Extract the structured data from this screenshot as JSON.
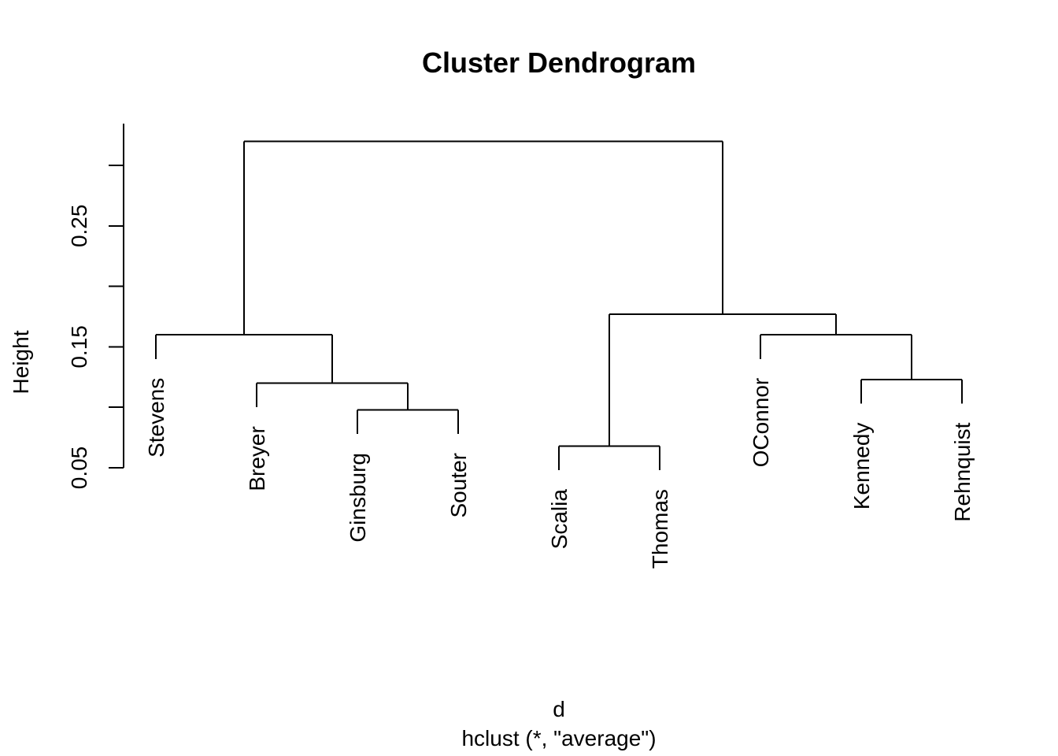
{
  "chart_data": {
    "type": "dendrogram",
    "title": "Cluster Dendrogram",
    "ylabel": "Height",
    "xlabel": "d",
    "sublabel": "hclust (*, \"average\")",
    "y_ticks": [
      0.05,
      0.1,
      0.15,
      0.2,
      0.25,
      0.3
    ],
    "y_tick_labels": [
      "0.05",
      "",
      "0.15",
      "",
      "0.25",
      ""
    ],
    "leaf_order": [
      "Stevens",
      "Breyer",
      "Ginsburg",
      "Souter",
      "Scalia",
      "Thomas",
      "OConnor",
      "Kennedy",
      "Rehnquist"
    ],
    "merges": [
      {
        "children": [
          "Ginsburg",
          "Souter"
        ],
        "height": 0.098
      },
      {
        "children": [
          "Breyer",
          "Ginsburg+Souter"
        ],
        "height": 0.12
      },
      {
        "children": [
          "Stevens",
          "Breyer+Ginsburg+Souter"
        ],
        "height": 0.16
      },
      {
        "children": [
          "Scalia",
          "Thomas"
        ],
        "height": 0.068
      },
      {
        "children": [
          "Kennedy",
          "Rehnquist"
        ],
        "height": 0.123
      },
      {
        "children": [
          "OConnor",
          "Kennedy+Rehnquist"
        ],
        "height": 0.16
      },
      {
        "children": [
          "Scalia+Thomas",
          "OConnor+Kennedy+Rehnquist"
        ],
        "height": 0.177
      },
      {
        "children": [
          "Stevens+Breyer+Ginsburg+Souter",
          "Scalia+Thomas+OConnor+Kennedy+Rehnquist"
        ],
        "height": 0.32
      }
    ]
  }
}
